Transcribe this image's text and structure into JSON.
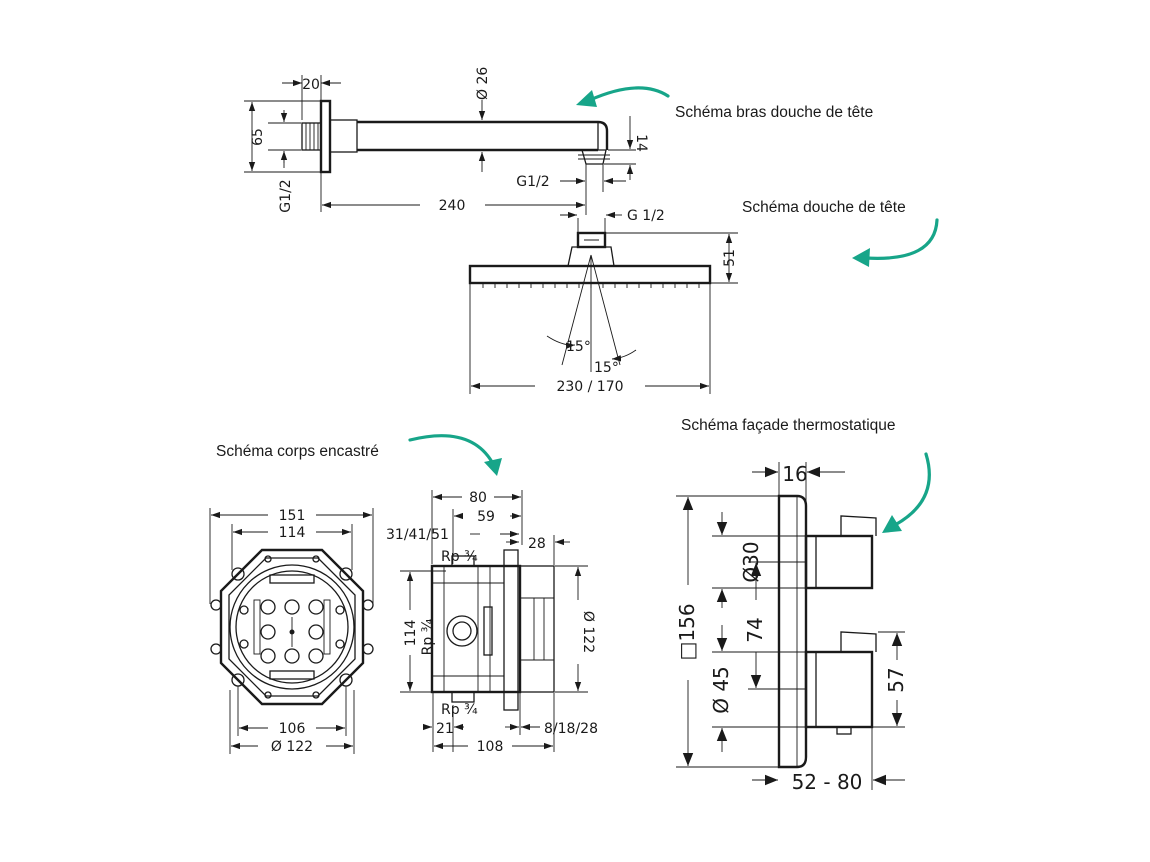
{
  "captions": {
    "bras": "Schéma bras douche de tête",
    "douche": "Schéma douche de tête",
    "corps": "Schéma corps encastré",
    "facade": "Schéma façade thermostatique"
  },
  "arm": {
    "d20": "20",
    "d26": "Ø 26",
    "d65": "65",
    "d14": "14",
    "g12_left": "G1/2",
    "g12_bottom": "G1/2",
    "d240": "240"
  },
  "head": {
    "g12": "G 1/2",
    "d51": "51",
    "a15a": "15°",
    "a15b": "15°",
    "width": "230 / 170"
  },
  "body_front": {
    "d151": "151",
    "d114": "114",
    "d106": "106",
    "d122": "Ø 122"
  },
  "body_side": {
    "d80": "80",
    "d59": "59",
    "d31": "31/41/51",
    "d28": "28",
    "rp_top": "Rp ¾",
    "rp_side": "Rp ¾",
    "rp_bottom": "Rp ¾",
    "d114": "114",
    "d122": "Ø 122",
    "d21": "21",
    "d108": "108",
    "d8": "8/18/28"
  },
  "facade": {
    "d16": "16",
    "d156": "□156",
    "d30": "Ø30",
    "d74": "74",
    "d45": "Ø 45",
    "d57": "57",
    "d5280": "52 - 80"
  },
  "accent_color": "#17a589",
  "line_color": "#1a1a1a"
}
